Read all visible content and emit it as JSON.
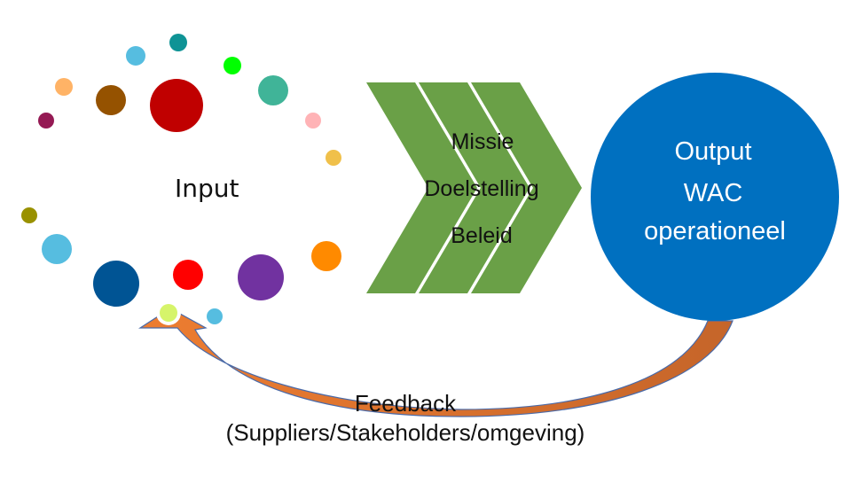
{
  "input": {
    "label": "Input",
    "dots": [
      {
        "name": "teal-dot",
        "color": "#0e9395"
      },
      {
        "name": "sky-dot-top",
        "color": "#56bde0"
      },
      {
        "name": "green-dot",
        "color": "#00ff00"
      },
      {
        "name": "apricot-dot",
        "color": "#ffb366"
      },
      {
        "name": "brown-dot",
        "color": "#955200"
      },
      {
        "name": "crimson-dot",
        "color": "#c00000"
      },
      {
        "name": "seagreen-dot",
        "color": "#40b498"
      },
      {
        "name": "plum-dot",
        "color": "#951a54"
      },
      {
        "name": "pink-dot",
        "color": "#ffb3b6"
      },
      {
        "name": "gold-dot",
        "color": "#f0c04a"
      },
      {
        "name": "olive-dot",
        "color": "#999100"
      },
      {
        "name": "sky-dot-left",
        "color": "#56bde0"
      },
      {
        "name": "navy-dot",
        "color": "#005494"
      },
      {
        "name": "red-dot",
        "color": "#ff0000"
      },
      {
        "name": "purple-dot",
        "color": "#7132a0"
      },
      {
        "name": "orange-dot",
        "color": "#ff8a00"
      },
      {
        "name": "lime-dot",
        "color": "#d6f46a"
      },
      {
        "name": "sky-dot-bottom",
        "color": "#56bde0"
      }
    ]
  },
  "process": {
    "color": "#6aa047",
    "steps": [
      "Missie",
      "Doelstelling",
      "Beleid"
    ]
  },
  "output": {
    "color": "#0070c0",
    "lines": [
      "Output",
      "WAC",
      "operationeel"
    ]
  },
  "feedback": {
    "color": "#ed7d31",
    "color_dark": "#c5652a",
    "outline": "#4a6aa8",
    "title": "Feedback",
    "subtitle": "(Suppliers/Stakeholders/omgeving)"
  }
}
